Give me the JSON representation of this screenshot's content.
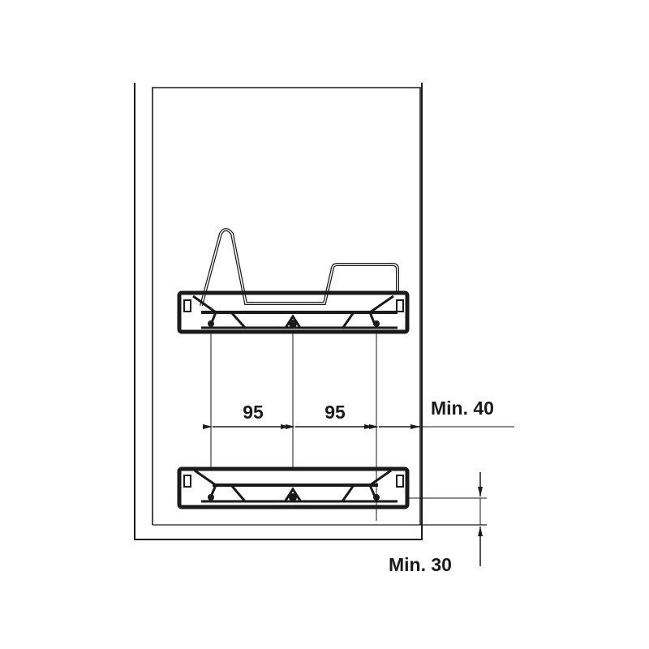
{
  "drawing": {
    "dimensions": {
      "spacing_left": "95",
      "spacing_right": "95",
      "side_clearance": "Min. 40",
      "bottom_clearance": "Min. 30"
    },
    "colors": {
      "line": "#1a1a1a",
      "background": "#ffffff"
    }
  }
}
